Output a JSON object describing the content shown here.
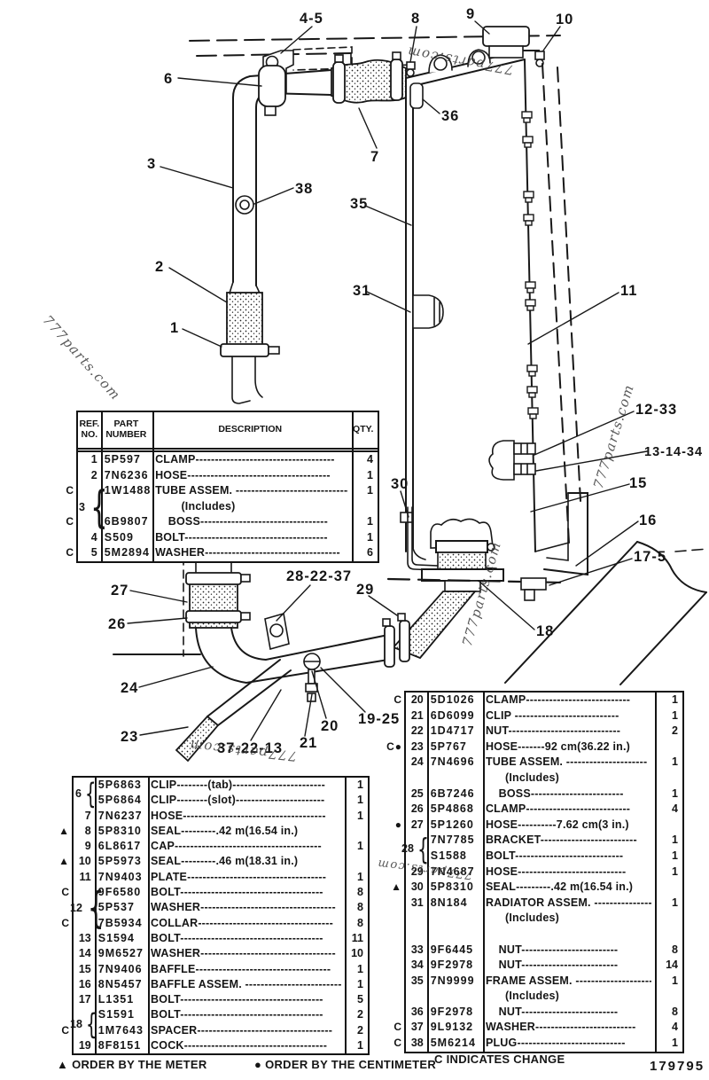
{
  "watermark": "777parts.com",
  "diagram": {
    "callouts": [
      {
        "label": "4-5"
      },
      {
        "label": "8"
      },
      {
        "label": "9"
      },
      {
        "label": "10"
      },
      {
        "label": "6"
      },
      {
        "label": "7"
      },
      {
        "label": "36"
      },
      {
        "label": "3"
      },
      {
        "label": "38"
      },
      {
        "label": "35"
      },
      {
        "label": "31"
      },
      {
        "label": "2"
      },
      {
        "label": "1"
      },
      {
        "label": "11"
      },
      {
        "label": "12-33"
      },
      {
        "label": "13-14-34"
      },
      {
        "label": "15"
      },
      {
        "label": "16"
      },
      {
        "label": "17-5"
      },
      {
        "label": "30"
      },
      {
        "label": "18"
      },
      {
        "label": "27"
      },
      {
        "label": "26"
      },
      {
        "label": "24"
      },
      {
        "label": "23"
      },
      {
        "label": "28-22-37"
      },
      {
        "label": "29"
      },
      {
        "label": "20"
      },
      {
        "label": "21"
      },
      {
        "label": "19-25"
      },
      {
        "label": "37-22-13"
      }
    ]
  },
  "tables": {
    "t1": {
      "headers": {
        "ref": "REF.\nNO.",
        "part": "PART\nNUMBER",
        "desc": "DESCRIPTION",
        "qty": "QTY."
      },
      "groups": {
        "g3": "3"
      },
      "rows": [
        {
          "m": "",
          "ref": "1",
          "part": "5P597",
          "desc": "CLAMP------------------------------------",
          "qty": "4"
        },
        {
          "m": "",
          "ref": "2",
          "part": "7N6236",
          "desc": "HOSE-------------------------------------",
          "qty": "1"
        },
        {
          "m": "C",
          "ref": "",
          "part": "1W1488",
          "desc": "TUBE ASSEM. ------------------------------",
          "qty": "1"
        },
        {
          "m": "",
          "ref": "",
          "part": "",
          "desc": "        (Includes)",
          "qty": ""
        },
        {
          "m": "C",
          "ref": "",
          "part": "6B9807",
          "desc": "    BOSS---------------------------------",
          "qty": "1"
        },
        {
          "m": "",
          "ref": "4",
          "part": "S509",
          "desc": "BOLT-------------------------------------",
          "qty": "1"
        },
        {
          "m": "C",
          "ref": "5",
          "part": "5M2894",
          "desc": "WASHER-----------------------------------",
          "qty": "6"
        }
      ]
    },
    "t2": {
      "groups": {
        "g6": "6",
        "g12": "12",
        "g18": "18"
      },
      "rows": [
        {
          "m": "",
          "ref": "",
          "part": "5P6863",
          "desc": "CLIP--------(tab)------------------------",
          "qty": "1"
        },
        {
          "m": "",
          "ref": "",
          "part": "5P6864",
          "desc": "CLIP--------(slot)-----------------------",
          "qty": "1"
        },
        {
          "m": "",
          "ref": "7",
          "part": "7N6237",
          "desc": "HOSE-------------------------------------",
          "qty": "1"
        },
        {
          "m": "▲",
          "ref": "8",
          "part": "5P8310",
          "desc": "SEAL---------.42 m(16.54 in.)",
          "qty": ""
        },
        {
          "m": "",
          "ref": "9",
          "part": "6L8617",
          "desc": "CAP--------------------------------------",
          "qty": "1"
        },
        {
          "m": "▲",
          "ref": "10",
          "part": "5P5973",
          "desc": "SEAL---------.46 m(18.31 in.)",
          "qty": ""
        },
        {
          "m": "",
          "ref": "11",
          "part": "7N9403",
          "desc": "PLATE------------------------------------",
          "qty": "1"
        },
        {
          "m": "C",
          "ref": "",
          "part": "9F6580",
          "desc": "BOLT-------------------------------------",
          "qty": "8"
        },
        {
          "m": "",
          "ref": "",
          "part": "5P537",
          "desc": "WASHER-----------------------------------",
          "qty": "8"
        },
        {
          "m": "C",
          "ref": "",
          "part": "7B5934",
          "desc": "COLLAR-----------------------------------",
          "qty": "8"
        },
        {
          "m": "",
          "ref": "13",
          "part": "S1594",
          "desc": "BOLT-------------------------------------",
          "qty": "11"
        },
        {
          "m": "",
          "ref": "14",
          "part": "9M6527",
          "desc": "WASHER-----------------------------------",
          "qty": "10"
        },
        {
          "m": "",
          "ref": "15",
          "part": "7N9406",
          "desc": "BAFFLE-----------------------------------",
          "qty": "1"
        },
        {
          "m": "",
          "ref": "16",
          "part": "8N5457",
          "desc": "BAFFLE ASSEM. ----------------------------",
          "qty": "1"
        },
        {
          "m": "",
          "ref": "17",
          "part": "L1351",
          "desc": "BOLT-------------------------------------",
          "qty": "5"
        },
        {
          "m": "",
          "ref": "",
          "part": "S1591",
          "desc": "BOLT-------------------------------------",
          "qty": "2"
        },
        {
          "m": "C",
          "ref": "",
          "part": "1M7643",
          "desc": "SPACER-----------------------------------",
          "qty": "2"
        },
        {
          "m": "",
          "ref": "19",
          "part": "8F8151",
          "desc": "COCK-------------------------------------",
          "qty": "1"
        }
      ]
    },
    "t3": {
      "groups": {
        "g28": "28"
      },
      "rows": [
        {
          "m": "C",
          "ref": "20",
          "part": "5D1026",
          "desc": "CLAMP---------------------------",
          "qty": "1"
        },
        {
          "m": "",
          "ref": "21",
          "part": "6D6099",
          "desc": "CLIP ---------------------------",
          "qty": "1"
        },
        {
          "m": "",
          "ref": "22",
          "part": "1D4717",
          "desc": "NUT-----------------------------",
          "qty": "2"
        },
        {
          "m": "C●",
          "ref": "23",
          "part": "5P767",
          "desc": "HOSE-------92 cm(36.22 in.)",
          "qty": ""
        },
        {
          "m": "",
          "ref": "24",
          "part": "7N4696",
          "desc": "TUBE ASSEM. ---------------------",
          "qty": "1"
        },
        {
          "m": "",
          "ref": "",
          "part": "",
          "desc": "      (Includes)",
          "qty": ""
        },
        {
          "m": "",
          "ref": "25",
          "part": "6B7246",
          "desc": "    BOSS------------------------",
          "qty": "1"
        },
        {
          "m": "",
          "ref": "26",
          "part": "5P4868",
          "desc": "CLAMP---------------------------",
          "qty": "4"
        },
        {
          "m": "●",
          "ref": "27",
          "part": "5P1260",
          "desc": "HOSE----------7.62 cm(3 in.)",
          "qty": ""
        },
        {
          "m": "",
          "ref": "",
          "part": "7N7785",
          "desc": "BRACKET-------------------------",
          "qty": "1"
        },
        {
          "m": "",
          "ref": "",
          "part": "S1588",
          "desc": "BOLT----------------------------",
          "qty": "1"
        },
        {
          "m": "",
          "ref": "29",
          "part": "7N4687",
          "desc": "HOSE----------------------------",
          "qty": "1"
        },
        {
          "m": "▲",
          "ref": "30",
          "part": "5P8310",
          "desc": "SEAL---------.42 m(16.54 in.)",
          "qty": ""
        },
        {
          "m": "",
          "ref": "31",
          "part": "8N184",
          "desc": "RADIATOR ASSEM. -----------------",
          "qty": "1"
        },
        {
          "m": "",
          "ref": "",
          "part": "",
          "desc": "      (Includes)",
          "qty": ""
        },
        {
          "m": "",
          "ref": "",
          "part": "",
          "desc": "",
          "qty": ""
        },
        {
          "m": "",
          "ref": "33",
          "part": "9F6445",
          "desc": "    NUT-------------------------",
          "qty": "8"
        },
        {
          "m": "",
          "ref": "34",
          "part": "9F2978",
          "desc": "    NUT-------------------------",
          "qty": "14"
        },
        {
          "m": "",
          "ref": "35",
          "part": "7N9999",
          "desc": "FRAME ASSEM. --------------------",
          "qty": "1"
        },
        {
          "m": "",
          "ref": "",
          "part": "",
          "desc": "      (Includes)",
          "qty": ""
        },
        {
          "m": "",
          "ref": "36",
          "part": "9F2978",
          "desc": "    NUT-------------------------",
          "qty": "8"
        },
        {
          "m": "C",
          "ref": "37",
          "part": "9L9132",
          "desc": "WASHER--------------------------",
          "qty": "4"
        },
        {
          "m": "C",
          "ref": "38",
          "part": "5M6214",
          "desc": "PLUG----------------------------",
          "qty": "1"
        }
      ]
    }
  },
  "footer": {
    "meter_note": "▲ ORDER BY THE METER",
    "centimeter_note": "● ORDER BY THE CENTIMETER",
    "change_note": "C INDICATES CHANGE",
    "drawing_number": "179795"
  }
}
